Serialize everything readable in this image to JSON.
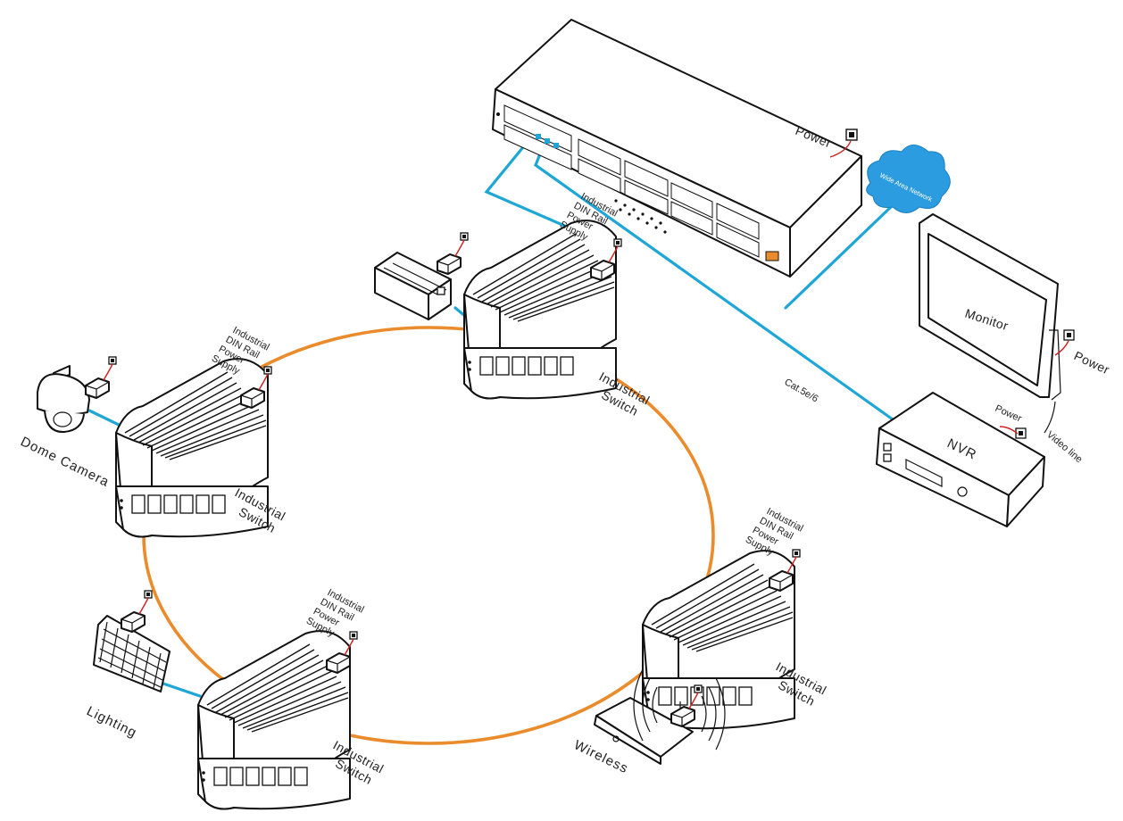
{
  "colors": {
    "ring": "#ea8b2c",
    "uplink": "#1ea7d6",
    "power_cable": "#d02020",
    "outline": "#111111"
  },
  "core_switch": {
    "power_label": "Power"
  },
  "cloud": {
    "label": "Wide Area Network"
  },
  "monitor": {
    "label": "Monitor",
    "power_label": "Power"
  },
  "nvr": {
    "label": "NVR",
    "power_label": "Power",
    "video_label": "Video line"
  },
  "cable": {
    "label": "Cat.5e/6"
  },
  "ring_nodes": {
    "top": {
      "switch_line1": "Industrial",
      "switch_line2": "Switch",
      "psu_lines": [
        "Industrial",
        "DIN Rail",
        "Power",
        "Supply"
      ]
    },
    "left": {
      "switch_line1": "Industrial",
      "switch_line2": "Switch",
      "psu_lines": [
        "Industrial",
        "DIN Rail",
        "Power",
        "Supply"
      ]
    },
    "right": {
      "switch_line1": "Industrial",
      "switch_line2": "Switch",
      "psu_lines": [
        "Industrial",
        "DIN Rail",
        "Power",
        "Supply"
      ]
    },
    "bottom": {
      "switch_line1": "Industrial",
      "switch_line2": "Switch",
      "psu_lines": [
        "Industrial",
        "DIN Rail",
        "Power",
        "Supply"
      ]
    }
  },
  "endpoints": {
    "dome_camera": "Dome Camera",
    "lighting": "Lighting",
    "wireless": "Wireless"
  }
}
